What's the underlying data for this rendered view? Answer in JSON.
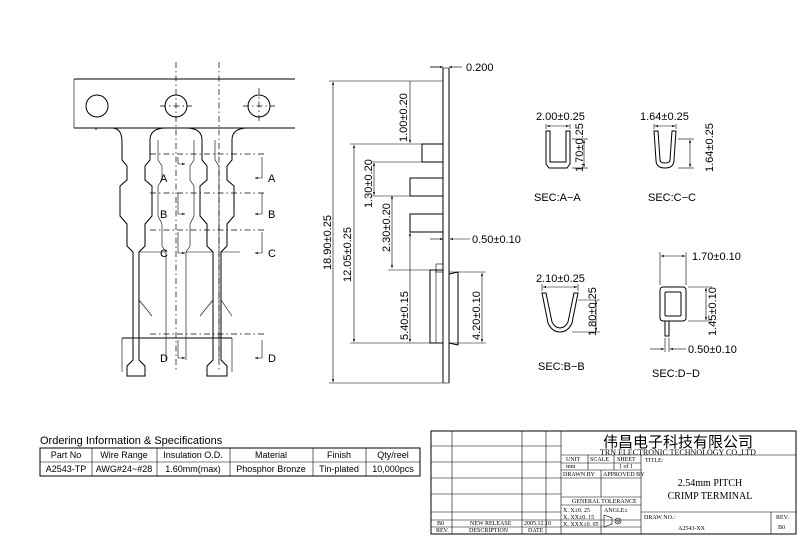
{
  "section_labels": [
    "A",
    "B",
    "C",
    "D"
  ],
  "top_dim": "0.200",
  "side_dims": {
    "total": "18.90±0.25",
    "body": "12.05±0.25",
    "top": "1.00±0.20",
    "d130": "1.30±0.20",
    "d230": "2.30±0.20",
    "d050": "0.50±0.10",
    "d540": "5.40±0.15",
    "d420": "4.20±0.10"
  },
  "sections": {
    "aa": {
      "label": "SEC:A−A",
      "w": "2.00±0.25",
      "h": "1.70±0.25"
    },
    "cc": {
      "label": "SEC:C−C",
      "w": "1.64±0.25",
      "h": "1.64±0.25"
    },
    "bb": {
      "label": "SEC:B−B",
      "w": "2.10±0.25",
      "h": "1.80±0.25"
    },
    "dd": {
      "label": "SEC:D−D",
      "w": "1.70±0.10",
      "h": "1.45±0.10",
      "t": "0.50±0.10"
    }
  },
  "spec": {
    "title": "Ordering Information & Specifications",
    "headers": [
      "Part No",
      "Wire Range",
      "Insulation O.D.",
      "Material",
      "Finish",
      "Qty/reel"
    ],
    "row": [
      "A2543-TP",
      "AWG#24~#28",
      "1.60mm(max)",
      "Phosphor Bronze",
      "Tin-plated",
      "10,000pcs"
    ]
  },
  "title_block": {
    "company_cn": "伟昌电子科技有限公司",
    "company_en": "TRN ELECTRONIC TECHNOLOGY CO.,LTD",
    "unit": "UNIT",
    "scale": "SCALE",
    "sheet": "SHEET",
    "unit_val": "mm",
    "sheet_val": "1 of 1",
    "title_label": "TITLE:",
    "title1": "2.54mm PITCH",
    "title2": "CRIMP TERMINAL",
    "drawn_by": "DRAWN BY",
    "approved_by": "APPROVED BY",
    "general_tolerance": "GENERAL TOLERANCE",
    "tol1": "X. X±0. 25",
    "tol2": "X. XX±0. 15",
    "tol3": "X. XXX±0. 05",
    "angle": "ANGLE±",
    "draw_no_label": "DRAW NO.:",
    "draw_no": "A2543-XX",
    "rev_label": "REV.",
    "rev": "B0",
    "rev_row": [
      "B0",
      "NEW RELEASE",
      "2005.12.10"
    ],
    "rev_hdr": [
      "REV.",
      "DESCRIPTION",
      "DATE"
    ]
  }
}
